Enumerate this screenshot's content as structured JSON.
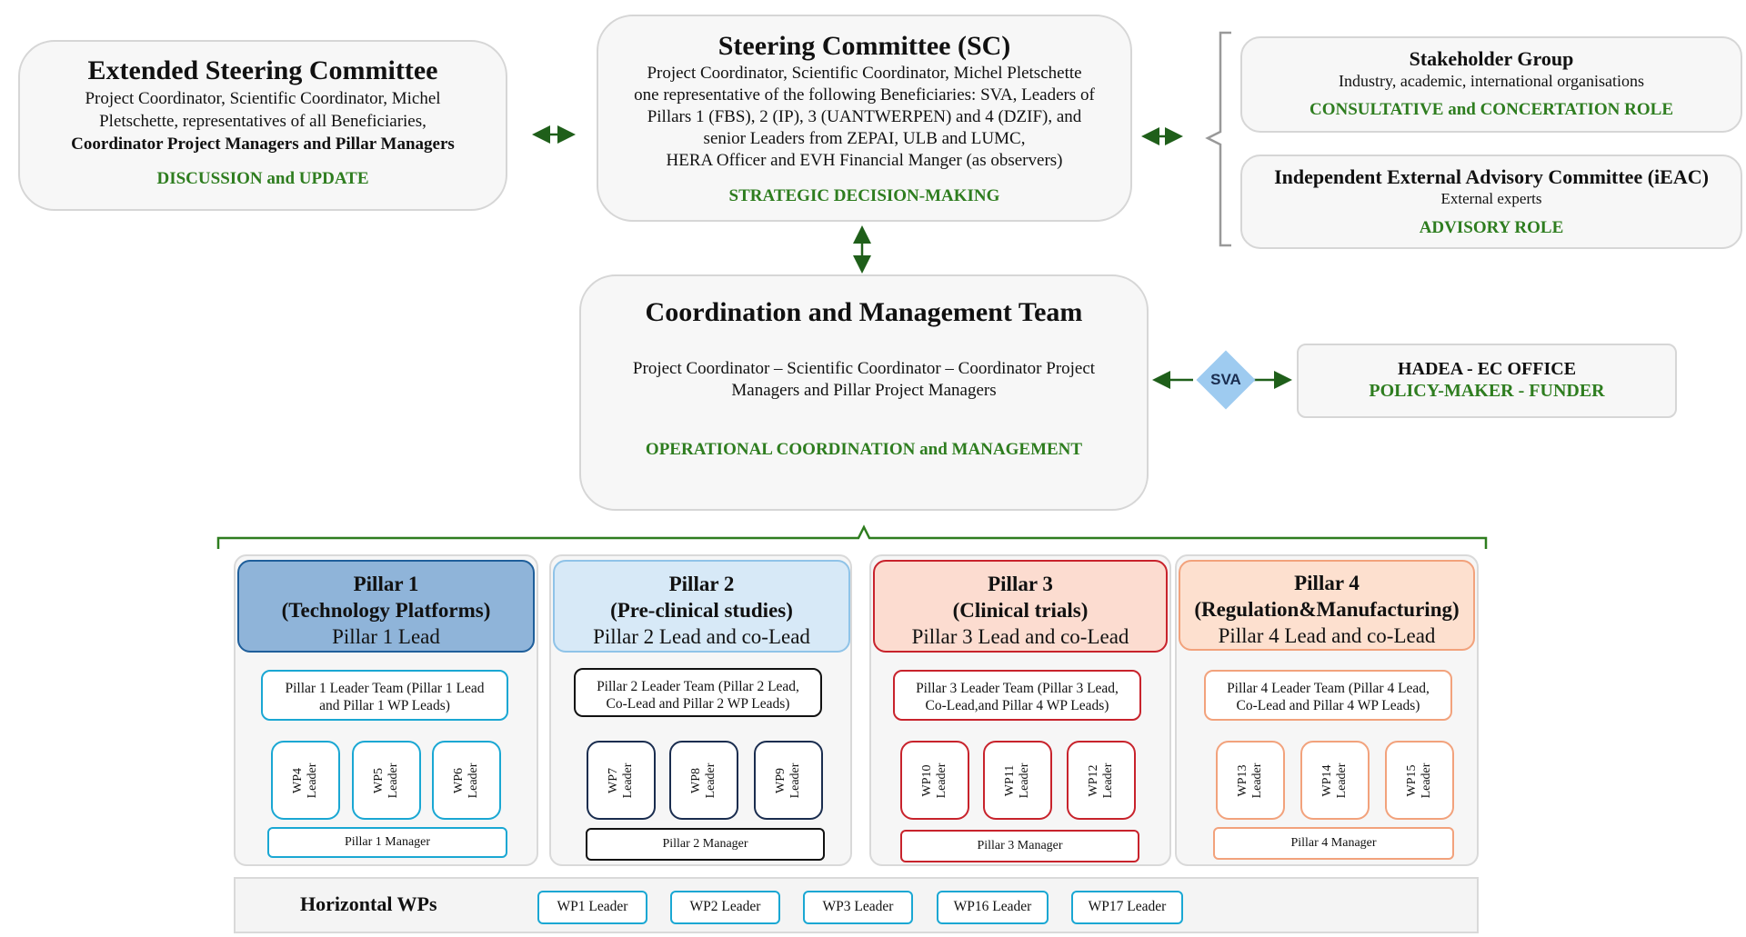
{
  "extended": {
    "title": "Extended Steering Committee",
    "line1": "Project Coordinator, Scientific Coordinator, Michel",
    "line2": "Pletschette, representatives of all Beneficiaries,",
    "line3": "Coordinator Project Managers and Pillar Managers",
    "role": "DISCUSSION and UPDATE"
  },
  "steering": {
    "title": "Steering Committee (SC)",
    "line1": "Project Coordinator, Scientific Coordinator, Michel Pletschette",
    "line2": "one representative of  the following Beneficiaries: SVA, Leaders of",
    "line3": "Pillars 1 (FBS), 2 (IP), 3 (UANTWERPEN) and 4 (DZIF), and",
    "line4": "senior Leaders from ZEPAI, ULB and LUMC,",
    "line5": "HERA Officer and EVH Financial Manger (as observers)",
    "role": "STRATEGIC DECISION-MAKING"
  },
  "stakeholder": {
    "title": "Stakeholder Group",
    "desc": "Industry, academic, international organisations",
    "role": "CONSULTATIVE and CONCERTATION ROLE"
  },
  "ieac": {
    "title": "Independent External Advisory Committee (iEAC)",
    "desc": "External experts",
    "role": "ADVISORY ROLE"
  },
  "coordination": {
    "title": "Coordination and Management Team",
    "line1": "Project Coordinator – Scientific Coordinator – Coordinator Project",
    "line2": "Managers and Pillar Project Managers",
    "role": "OPERATIONAL COORDINATION and MANAGEMENT"
  },
  "sva": {
    "label": "SVA"
  },
  "hadea": {
    "title": "HADEA  - EC OFFICE",
    "role": "POLICY-MAKER - FUNDER"
  },
  "pillars": [
    {
      "name": "Pillar 1",
      "subtitle": "(Technology Platforms)",
      "lead": "Pillar 1 Lead",
      "team_line1": "Pillar 1 Leader Team (Pillar 1 Lead",
      "team_line2": "and Pillar 1 WP Leads)",
      "wps": [
        "WP4\nLeader",
        "WP5\nLeader",
        "WP6\nLeader"
      ],
      "manager": "Pillar 1 Manager"
    },
    {
      "name": "Pillar 2",
      "subtitle": "(Pre-clinical studies)",
      "lead": "Pillar 2 Lead and co-Lead",
      "team_line1": "Pillar 2 Leader Team (Pillar 2 Lead,",
      "team_line2": "Co-Lead and Pillar 2 WP Leads)",
      "wps": [
        "WP7\nLeader",
        "WP8\nLeader",
        "WP9\nLeader"
      ],
      "manager": "Pillar 2 Manager"
    },
    {
      "name": "Pillar 3",
      "subtitle": "(Clinical trials)",
      "lead": "Pillar 3 Lead and co-Lead",
      "team_line1": "Pillar 3 Leader Team (Pillar 3 Lead,",
      "team_line2": "Co-Lead,and Pillar 4 WP Leads)",
      "wps": [
        "WP10\nLeader",
        "WP11\nLeader",
        "WP12\nLeader"
      ],
      "manager": "Pillar 3 Manager"
    },
    {
      "name": "Pillar 4",
      "subtitle": "(Regulation&Manufacturing)",
      "lead": "Pillar 4 Lead and co-Lead",
      "team_line1": "Pillar 4 Leader Team (Pillar 4 Lead,",
      "team_line2": "Co-Lead and Pillar 4 WP Leads)",
      "wps": [
        "WP13\nLeader",
        "WP14\nLeader",
        "WP15\nLeader"
      ],
      "manager": "Pillar 4 Manager"
    }
  ],
  "horizontal": {
    "label": "Horizontal WPs",
    "items": [
      "WP1 Leader",
      "WP2 Leader",
      "WP3 Leader",
      "WP16 Leader",
      "WP17 Leader"
    ]
  },
  "colors": {
    "green": "#2e7d1f",
    "pillar1": "#1f5f9b",
    "pillar1_fill": "#8fb4d9",
    "pillar2": "#8fc3e8",
    "pillar2_fill": "#d7e9f7",
    "pillar3": "#c8232c",
    "pillar3_fill": "#fcdcd0",
    "pillar4": "#f2a27c",
    "pillar4_fill": "#fde0cf",
    "cyan": "#1aa7d3",
    "diamond": "#9ecbf0"
  }
}
